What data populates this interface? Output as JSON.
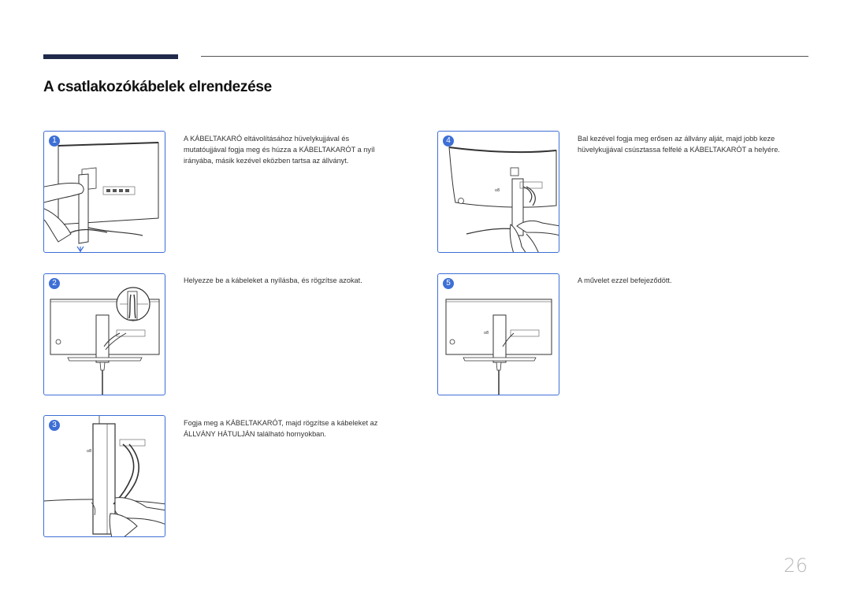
{
  "section_title": "A csatlakozókábelek elrendezése",
  "steps": [
    {
      "number": "1",
      "text": "A KÁBELTAKARÓ eltávolításához hüvelykujjával és mutatóujjával fogja meg és húzza a KÁBELTAKARÓT a nyíl irányába, másik kezével eközben tartsa az állványt."
    },
    {
      "number": "2",
      "text": "Helyezze be a kábeleket a nyílásba, és rögzítse azokat."
    },
    {
      "number": "3",
      "text": "Fogja meg a KÁBELTAKARÓT, majd rögzítse a kábeleket az ÁLLVÁNY HÁTULJÁN található hornyokban."
    },
    {
      "number": "4",
      "text": "Bal kezével fogja meg erősen az állvány alját, majd jobb keze hüvelykujjával csúsztassa felfelé a KÁBELTAKARÓT a helyére."
    },
    {
      "number": "5",
      "text": "A művelet ezzel befejeződött."
    }
  ],
  "page_number": "26"
}
